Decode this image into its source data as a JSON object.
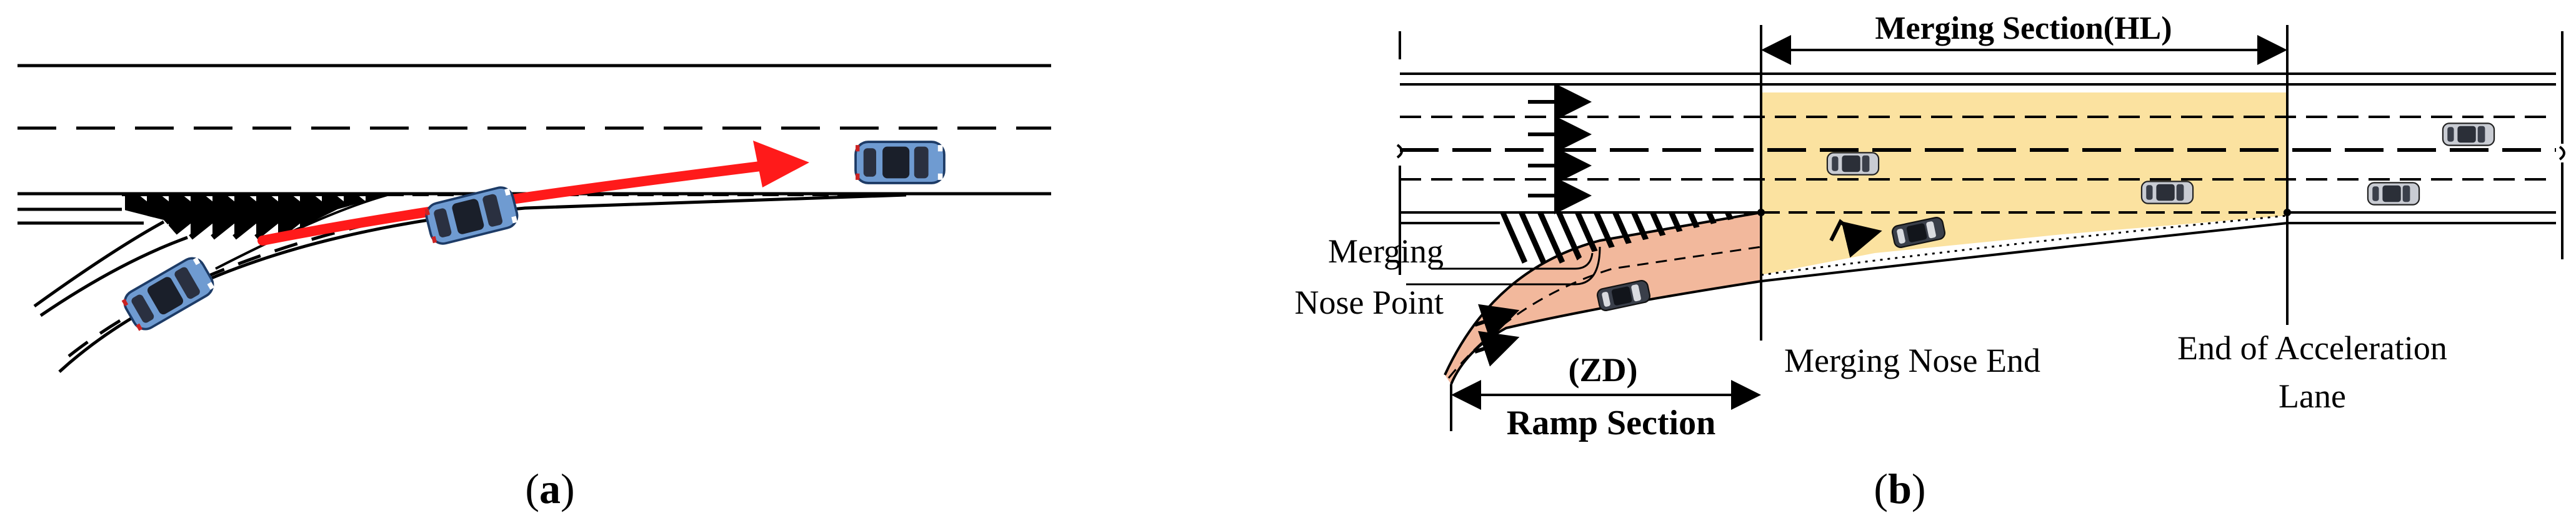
{
  "panel_a": {
    "caption_open": "(",
    "caption_letter": "a",
    "caption_close": ")"
  },
  "panel_b": {
    "caption_open": "(",
    "caption_letter": "b",
    "caption_close": ")",
    "merging_section_label": "Merging Section(HL)",
    "zd_label": "(ZD)",
    "ramp_section_label": "Ramp Section",
    "merging_nose_point_line1": "Merging",
    "merging_nose_point_line2": "Nose Point",
    "merging_nose_end_label": "Merging Nose End",
    "end_accel_line1": "End of Acceleration",
    "end_accel_line2": "Lane"
  },
  "colors": {
    "merging_zone_fill": "#fbe2a0",
    "ramp_fill": "#f2b89c",
    "trajectory_arrow": "#ff1a1a",
    "car_body_blue": "#6f9bd1",
    "car_body_gray": "#3a3f4a",
    "line": "#000000"
  },
  "icons": {
    "vehicle": "car-icon",
    "direction": "arrow-right-icon"
  }
}
